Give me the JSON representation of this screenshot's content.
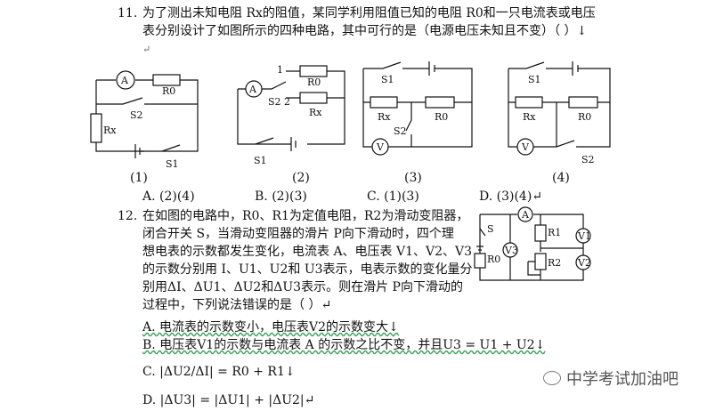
{
  "q11": {
    "number": "11.",
    "line1": "为了测出未知电阻 Rx的阻值，某同学利用阻值已知的电阻 R0和一只电流表或电压",
    "line2": "表分别设计了如图所示的四种电路，其中可行的是（电源电压未知且不变）（      ）↓",
    "line3": "↵",
    "figure_labels": [
      "(1)",
      "(2)",
      "(3)",
      "(4)"
    ],
    "options": {
      "a": "A. (2)(4)",
      "b": "B. (2)(3)",
      "c": "C. (1)(3)",
      "d": "D. (3)(4)↵"
    },
    "circuit_labels": {
      "ammeter": "A",
      "voltmeter": "V",
      "r0": "R0",
      "rx": "Rx",
      "s1": "S1",
      "s2": "S2",
      "s2_2": "S2 2",
      "terminal_1": "1"
    }
  },
  "q12": {
    "number": "12.",
    "lines": [
      "在如图的电路中，R0、R1为定值电阻，R2为滑动变阻器，",
      "闭合开关 S，当滑动变阻器的滑片 P向下滑动时，四个理",
      "想电表的示数都发生变化，电流表 A、电压表 V1、V2、V3",
      "的示数分别用 I、U1、U2和 U3表示，电表示数的变化量分",
      "别用ΔI、ΔU1、ΔU2和ΔU3表示。则在滑片 P向下滑动的",
      "过程中，下列说法错误的是（      ）↵"
    ],
    "options": {
      "a": "A. 电流表的示数变小，电压表V2的示数变大↓",
      "b": "B. 电压表V1的示数与电流表 A 的示数之比不变，并且U3 = U1 + U2↓",
      "c": "C. |ΔU2/ΔI| = R0 + R1↓",
      "d": "D. |ΔU3| = |ΔU1| + |ΔU2|↵"
    },
    "circuit_labels": {
      "ammeter": "A",
      "v1": "V1",
      "v2": "V2",
      "v3": "V3",
      "s": "S",
      "r0": "R0",
      "r1": "R1",
      "r2": "R2"
    }
  },
  "watermark": "中学考试加油吧"
}
